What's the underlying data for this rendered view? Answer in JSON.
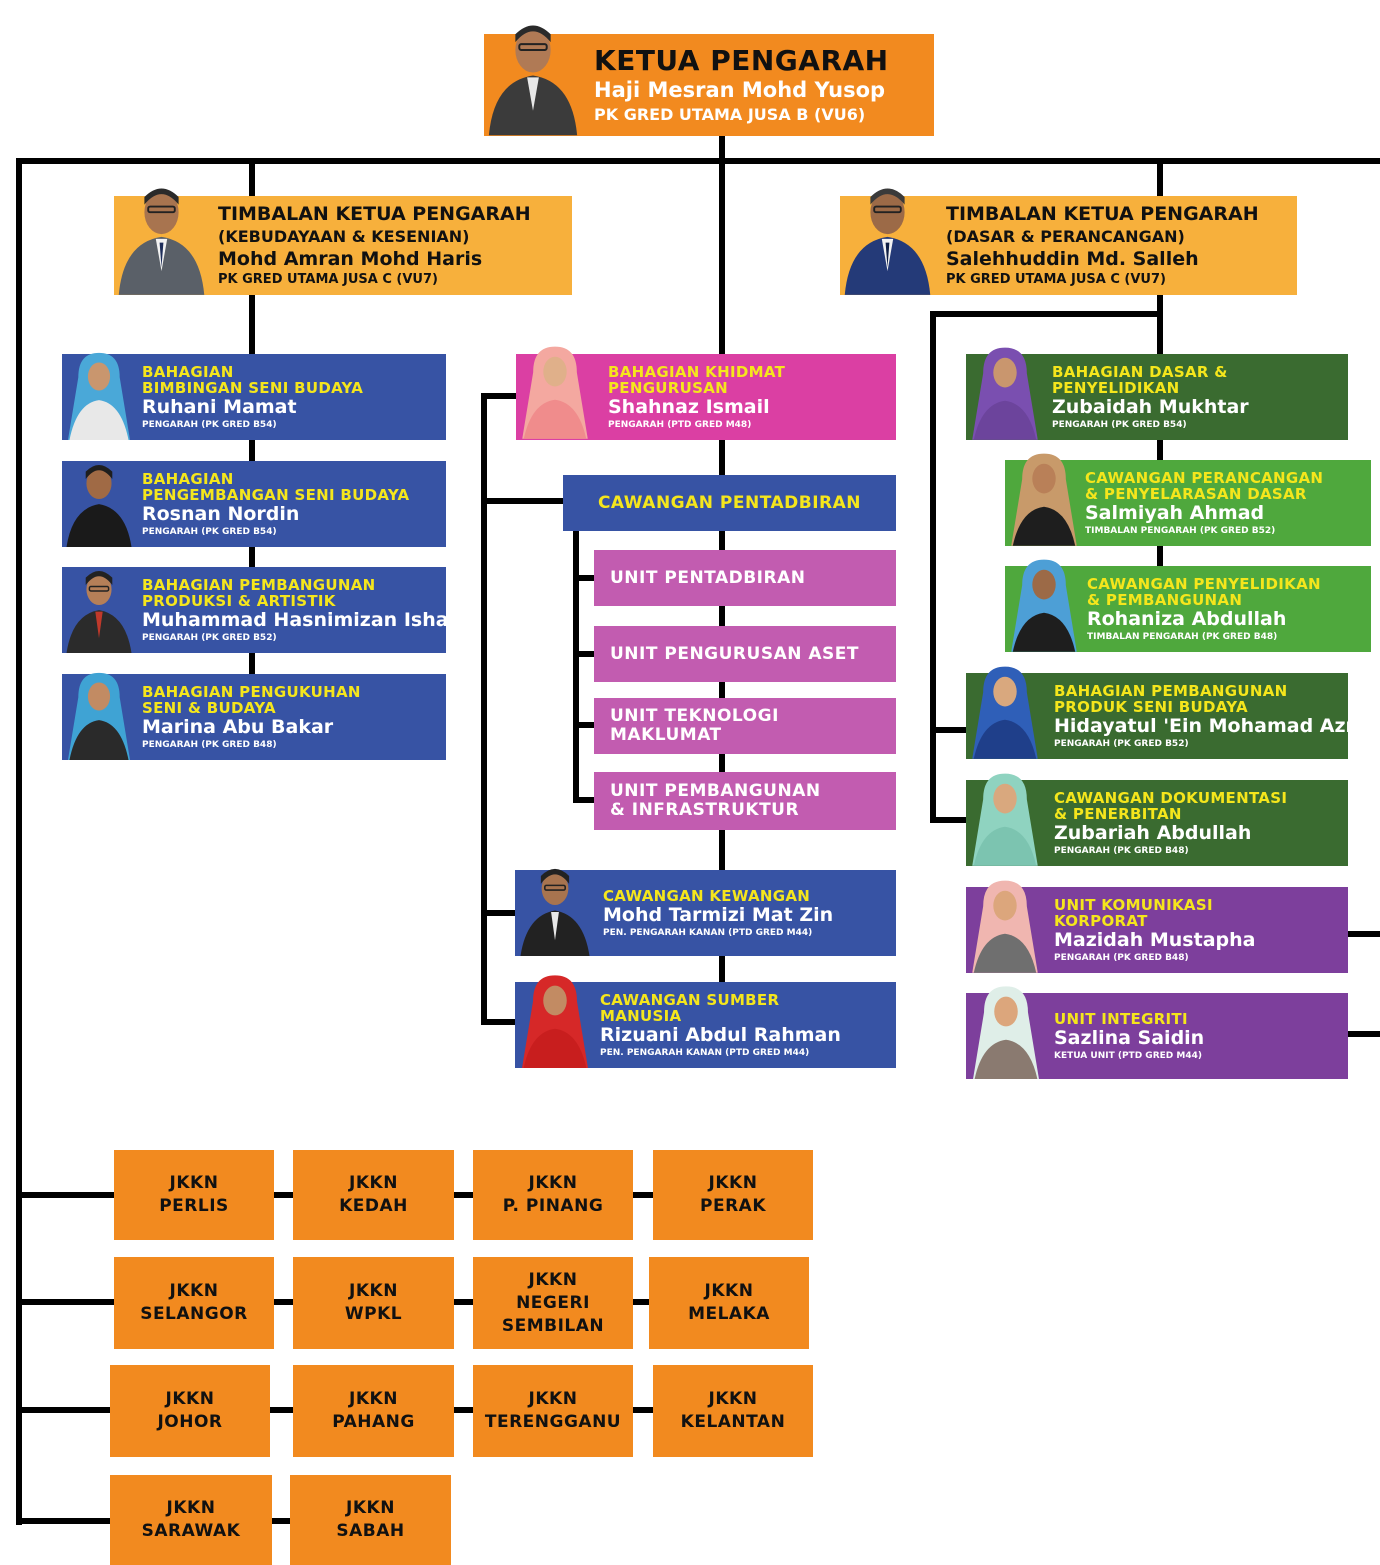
{
  "colors": {
    "orange": "#f28a1f",
    "light_orange": "#f7b03c",
    "blue": "#3753a4",
    "pink": "#db3fa3",
    "mauve": "#c25cb0",
    "dark_green": "#3a6b30",
    "light_green": "#4fa83d",
    "purple": "#7d3f9c",
    "yellow_text": "#f5e61c",
    "line": "#000000"
  },
  "head": {
    "title": "KETUA PENGARAH",
    "name": "Haji Mesran Mohd Yusop",
    "grade": "PK GRED UTAMA JUSA B (VU6)"
  },
  "deputy_left": {
    "title": "TIMBALAN KETUA PENGARAH",
    "sector": "(KEBUDAYAAN & KESENIAN)",
    "name": "Mohd Amran Mohd Haris",
    "grade": "PK GRED UTAMA JUSA C (VU7)"
  },
  "deputy_right": {
    "title": "TIMBALAN KETUA PENGARAH",
    "sector": "(DASAR & PERANCANGAN)",
    "name": "Salehhuddin Md. Salleh",
    "grade": "PK GRED UTAMA JUSA C (VU7)"
  },
  "left_divisions": [
    {
      "unit": "BAHAGIAN\nBIMBINGAN SENI BUDAYA",
      "name": "Ruhani Mamat",
      "grade": "PENGARAH (PK GRED B54)"
    },
    {
      "unit": "BAHAGIAN\nPENGEMBANGAN SENI BUDAYA",
      "name": "Rosnan Nordin",
      "grade": "PENGARAH (PK GRED B54)"
    },
    {
      "unit": "BAHAGIAN PEMBANGUNAN\nPRODUKSI & ARTISTIK",
      "name": "Muhammad Hasnimizan Ishak",
      "grade": "PENGARAH (PK GRED B52)"
    },
    {
      "unit": "BAHAGIAN PENGUKUHAN\nSENI & BUDAYA",
      "name": "Marina Abu Bakar",
      "grade": "PENGARAH (PK GRED B48)"
    }
  ],
  "management": {
    "unit": "BAHAGIAN KHIDMAT\nPENGURUSAN",
    "name": "Shahnaz Ismail",
    "grade": "PENGARAH (PTD GRED M48)"
  },
  "admin_branch": "CAWANGAN PENTADBIRAN",
  "admin_units": [
    "UNIT PENTADBIRAN",
    "UNIT PENGURUSAN ASET",
    "UNIT TEKNOLOGI\nMAKLUMAT",
    "UNIT PEMBANGUNAN\n& INFRASTRUKTUR"
  ],
  "mid_branches": [
    {
      "unit": "CAWANGAN KEWANGAN",
      "name": "Mohd Tarmizi Mat Zin",
      "grade": "PEN. PENGARAH KANAN (PTD GRED M44)"
    },
    {
      "unit": "CAWANGAN SUMBER\nMANUSIA",
      "name": "Rizuani Abdul Rahman",
      "grade": "PEN. PENGARAH KANAN (PTD GRED M44)"
    }
  ],
  "right_units": [
    {
      "unit": "BAHAGIAN DASAR &\nPENYELIDIKAN",
      "name": "Zubaidah Mukhtar",
      "grade": "PENGARAH (PK GRED B54)"
    },
    {
      "unit": "CAWANGAN PERANCANGAN\n& PENYELARASAN DASAR",
      "name": "Salmiyah Ahmad",
      "grade": "TIMBALAN PENGARAH (PK GRED B52)"
    },
    {
      "unit": "CAWANGAN PENYELIDIKAN\n& PEMBANGUNAN",
      "name": "Rohaniza Abdullah",
      "grade": "TIMBALAN PENGARAH (PK GRED B48)"
    },
    {
      "unit": "BAHAGIAN PEMBANGUNAN\nPRODUK SENI BUDAYA",
      "name": "Hidayatul 'Ein Mohamad Azmi",
      "grade": "PENGARAH (PK GRED B52)"
    },
    {
      "unit": "CAWANGAN DOKUMENTASI\n& PENERBITAN",
      "name": "Zubariah Abdullah",
      "grade": "PENGARAH (PK GRED B48)"
    },
    {
      "unit": "UNIT KOMUNIKASI\nKORPORAT",
      "name": "Mazidah Mustapha",
      "grade": "PENGARAH (PK GRED B48)"
    },
    {
      "unit": "UNIT INTEGRITI",
      "name": "Sazlina Saidin",
      "grade": "KETUA UNIT (PTD GRED M44)"
    }
  ],
  "states": [
    "JKKN\nPERLIS",
    "JKKN\nKEDAH",
    "JKKN\nP. PINANG",
    "JKKN\nPERAK",
    "JKKN\nSELANGOR",
    "JKKN\nWPKL",
    "JKKN\nNEGERI\nSEMBILAN",
    "JKKN\nMELAKA",
    "JKKN\nJOHOR",
    "JKKN\nPAHANG",
    "JKKN\nTERENGGANU",
    "JKKN\nKELANTAN",
    "JKKN\nSARAWAK",
    "JKKN\nSABAH"
  ]
}
